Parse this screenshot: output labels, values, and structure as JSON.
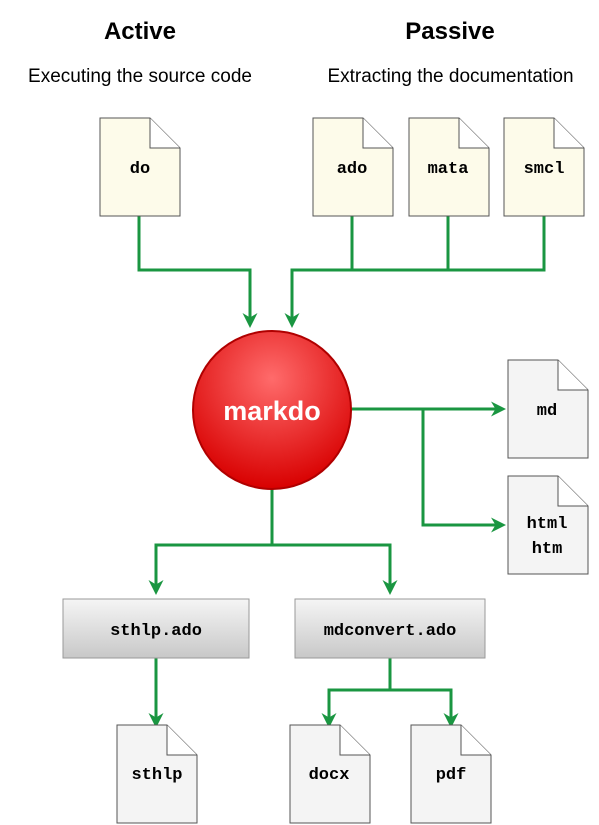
{
  "header": {
    "active_title": "Active",
    "active_subtitle": "Executing the source code",
    "passive_title": "Passive",
    "passive_subtitle": "Extracting the documentation"
  },
  "inputs": {
    "active": [
      "do"
    ],
    "passive": [
      "ado",
      "mata",
      "smcl"
    ]
  },
  "center": {
    "label": "markdo"
  },
  "outputs_right": [
    {
      "lines": [
        "md"
      ]
    },
    {
      "lines": [
        "html",
        "htm"
      ]
    }
  ],
  "processors": [
    {
      "label": "sthlp.ado"
    },
    {
      "label": "mdconvert.ado"
    }
  ],
  "final_outputs": {
    "sthlp": [
      "sthlp"
    ],
    "mdconvert": [
      "docx",
      "pdf"
    ]
  },
  "colors": {
    "arrow": "#1a9641",
    "circle_top": "#ff5a5a",
    "circle_bottom": "#d40000",
    "circle_stroke": "#b30000",
    "doc_fill_active": "#fdfbea",
    "doc_fill_output": "#f5f5f5",
    "doc_stroke": "#666666"
  }
}
